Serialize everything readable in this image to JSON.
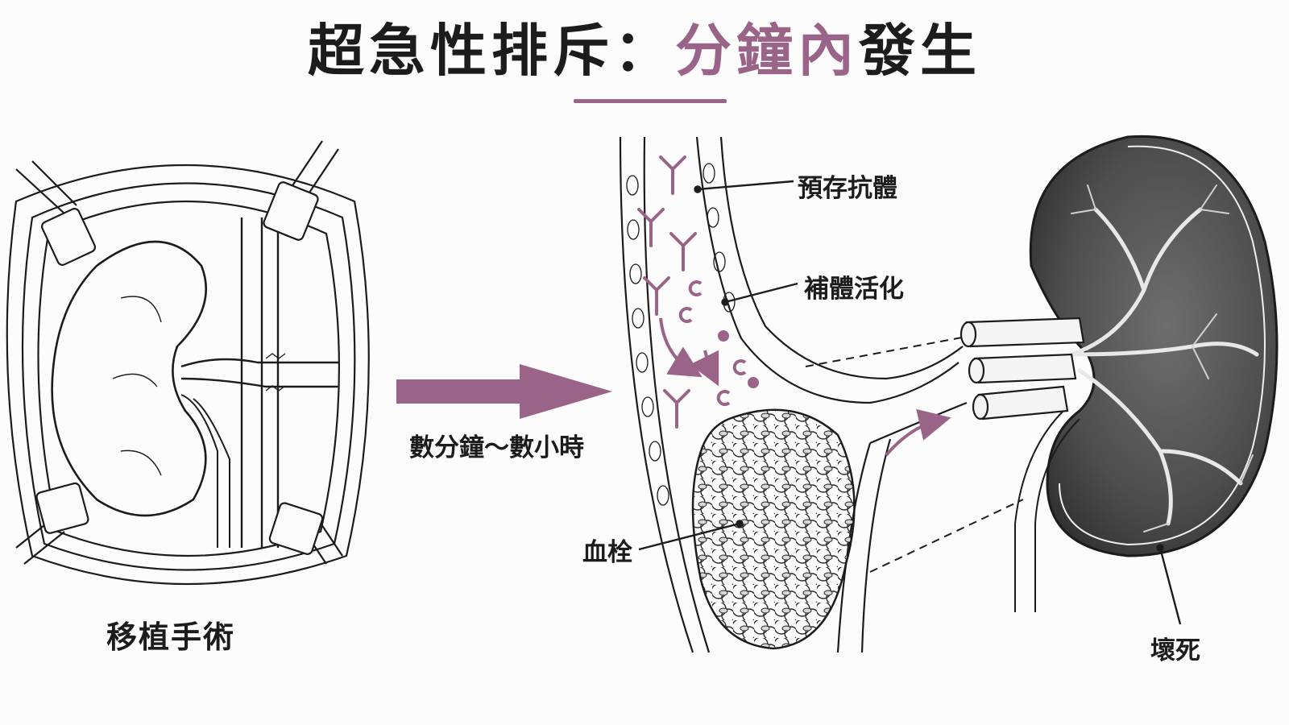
{
  "title": {
    "part1": "超急性排斥：",
    "part2": "分鐘內",
    "part3": "發生"
  },
  "labels": {
    "surgery": "移植手術",
    "time": "數分鐘～數小時",
    "antibody": "預存抗體",
    "complement": "補體活化",
    "clot": "血栓",
    "necrosis": "壞死"
  },
  "colors": {
    "accent": "#9a6488",
    "ink": "#1c1c1c",
    "necrotic": "#4a4a4a"
  },
  "icons": [
    "surgical-retractor-icon",
    "kidney-icon",
    "arrow-right-icon",
    "antibody-icon",
    "complement-icon",
    "blood-clot-icon",
    "necrotic-kidney-icon"
  ]
}
